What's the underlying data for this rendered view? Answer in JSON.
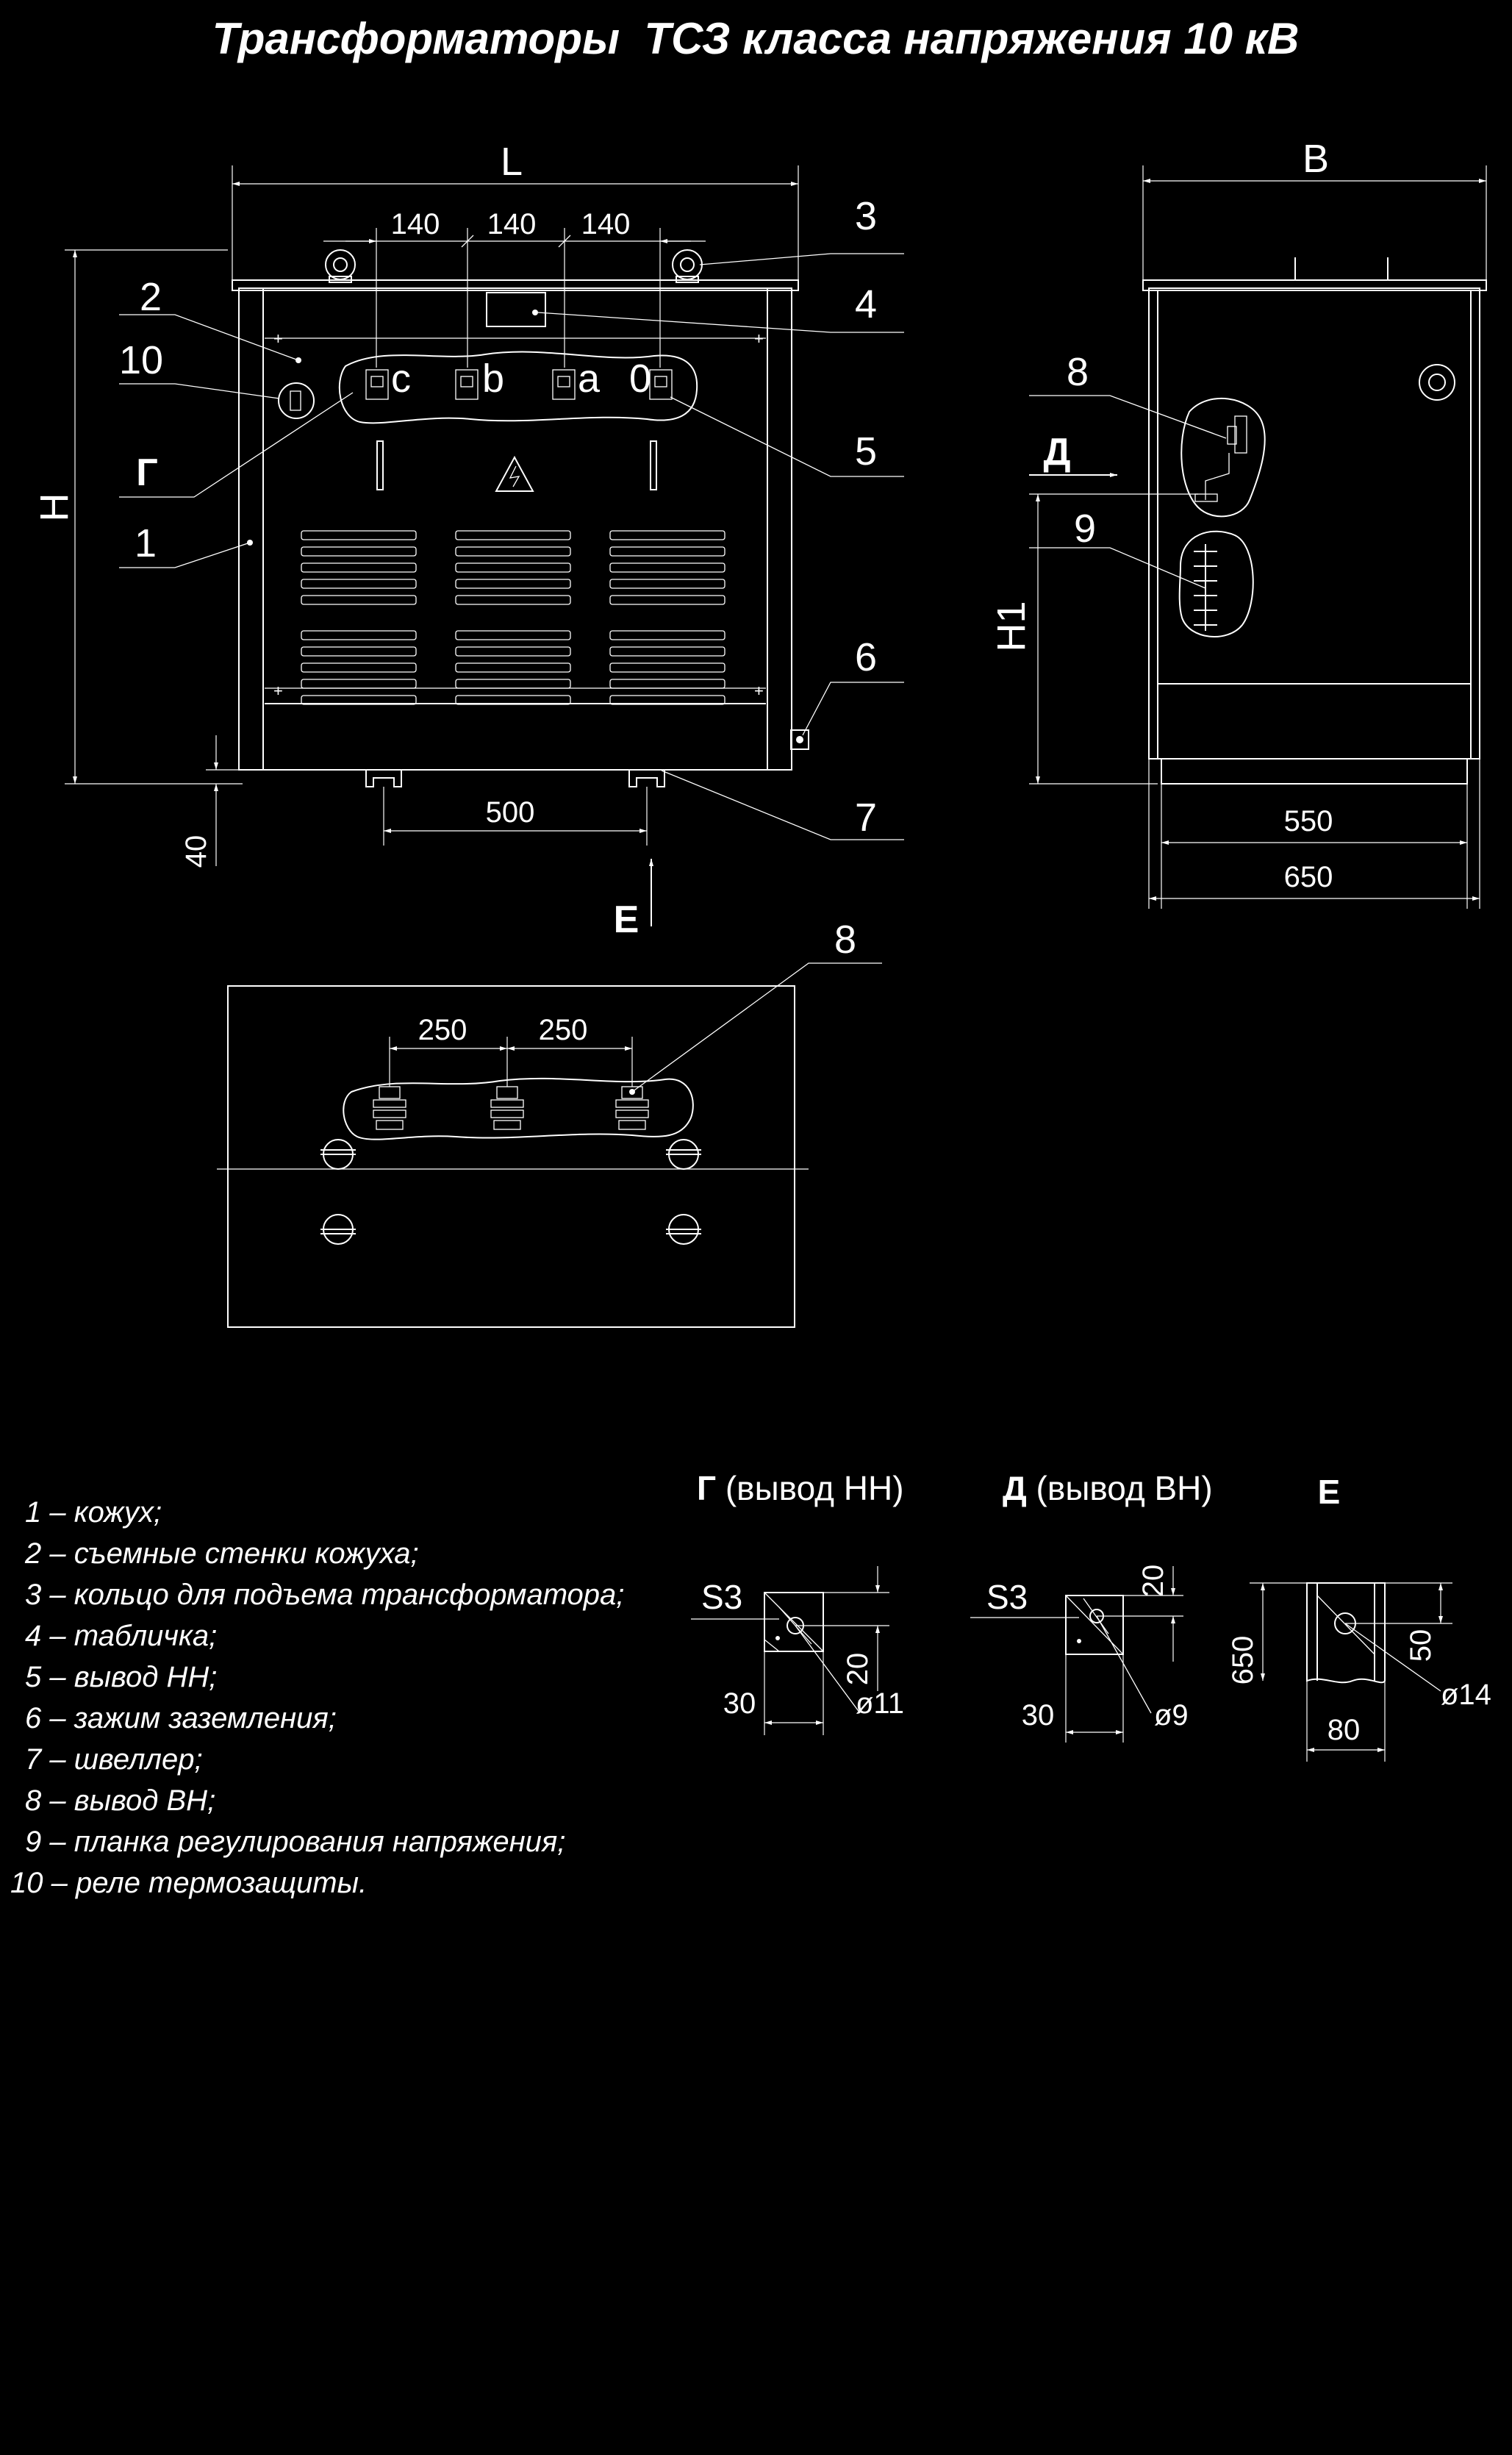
{
  "title": "Трансформаторы  ТСЗ класса напряжения 10 кВ",
  "colors": {
    "background": "#000000",
    "lines": "#ffffff"
  },
  "front_view": {
    "dim_L": "L",
    "dim_H": "H",
    "dim_140_1": "140",
    "dim_140_2": "140",
    "dim_140_3": "140",
    "dim_500": "500",
    "dim_40": "40",
    "terminal_c": "c",
    "terminal_b": "b",
    "terminal_a": "a",
    "terminal_0": "0",
    "callouts": {
      "c2": "2",
      "c10": "10",
      "cG": "Г",
      "c1": "1",
      "c3": "3",
      "c4": "4",
      "c5": "5",
      "c6": "6",
      "c7": "7"
    },
    "view_arrow_E": "Е"
  },
  "side_view": {
    "dim_B": "B",
    "dim_H1": "H1",
    "dim_550": "550",
    "dim_650": "650",
    "callouts": {
      "c8": "8",
      "c9": "9"
    },
    "view_arrow_D": "Д"
  },
  "top_view": {
    "dim_250_1": "250",
    "dim_250_2": "250",
    "callouts": {
      "c8": "8"
    }
  },
  "legend": [
    "1 – кожух;",
    "2 – съемные стенки кожуха;",
    "3 – кольцо для подъема трансформатора;",
    "4 – табличка;",
    "5 – вывод НН;",
    "6 – зажим заземления;",
    "7 – швеллер;",
    "8 – вывод ВН;",
    "9 – планка регулирования напряжения;",
    "10 – реле термозащиты."
  ],
  "details": {
    "G": {
      "letter": "Г",
      "label": " (вывод НН)",
      "s3": "S3",
      "dim_30": "30",
      "dim_20": "20",
      "dia": "ø11"
    },
    "D": {
      "letter": "Д",
      "label": " (вывод ВН)",
      "s3": "S3",
      "dim_30": "30",
      "dim_20": "20",
      "dia": "ø9"
    },
    "E": {
      "letter": "Е",
      "dim_650": "650",
      "dim_50": "50",
      "dim_80": "80",
      "dia": "ø14"
    }
  }
}
